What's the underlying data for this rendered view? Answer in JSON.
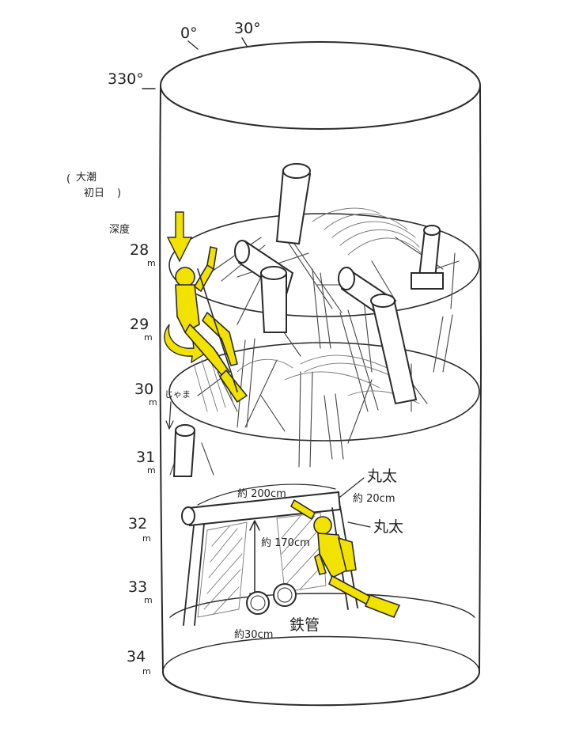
{
  "compass": {
    "north": "0°",
    "east_label": "30°",
    "west_label": "330°"
  },
  "tide": {
    "line1": "大潮",
    "line2": "初日"
  },
  "depth_heading": "深度",
  "depths": [
    {
      "value": "28",
      "unit": "m"
    },
    {
      "value": "29",
      "unit": "m"
    },
    {
      "value": "30",
      "unit": "m"
    },
    {
      "value": "31",
      "unit": "m"
    },
    {
      "value": "32",
      "unit": "m"
    },
    {
      "value": "33",
      "unit": "m"
    },
    {
      "value": "34",
      "unit": "m"
    }
  ],
  "annotations": {
    "jama": "じゃま",
    "log_length": "約 200cm",
    "maruta_1": "丸太",
    "log_diameter": "約 20cm",
    "maruta_2": "丸太",
    "height": "約 170cm",
    "pipe_diameter": "約30cm",
    "steel_pipe": "鉄管"
  },
  "colors": {
    "diver": "#f2e200",
    "ink": "#2a2a2a"
  }
}
